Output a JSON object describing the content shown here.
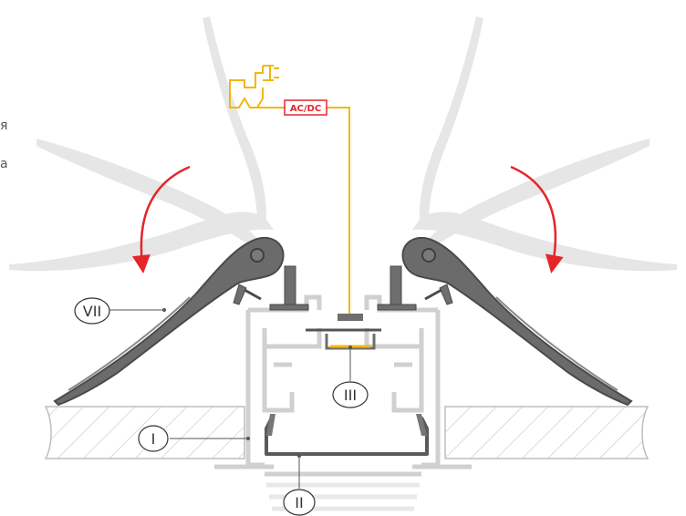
{
  "diagram": {
    "edge_text": [
      "я",
      "а"
    ],
    "power_label": "AC/DC",
    "callouts": [
      {
        "id": "VII",
        "label": "VII"
      },
      {
        "id": "III",
        "label": "III"
      },
      {
        "id": "I",
        "label": "I"
      },
      {
        "id": "II",
        "label": "II"
      }
    ],
    "colors": {
      "metal_dark": "#6e6e6e",
      "metal_outline": "#4a4a4a",
      "profile_light": "#d9d9d9",
      "ghost": "#e3e3e3",
      "arrow_red": "#e5252a",
      "cable_yellow": "#f2b70f",
      "acdc_red": "#e5252a",
      "hatch": "#bdbdbd",
      "callout_text": "#333333"
    }
  }
}
